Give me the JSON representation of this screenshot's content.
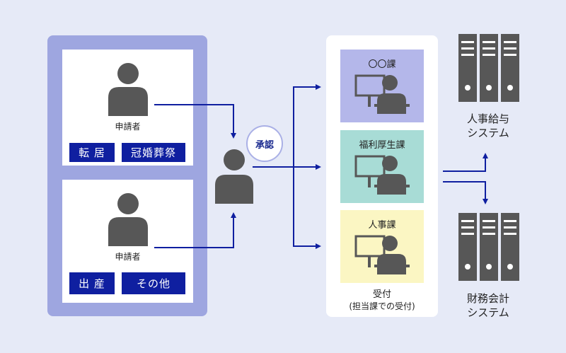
{
  "applicants": [
    {
      "label": "申請者",
      "tags": [
        "転 居",
        "冠婚葬祭"
      ]
    },
    {
      "label": "申請者",
      "tags": [
        "出 産",
        "その他"
      ]
    }
  ],
  "approval": {
    "label": "承認"
  },
  "departments": [
    {
      "name": "〇〇課",
      "color": "#b4b7ea"
    },
    {
      "name": "福利厚生課",
      "color": "#a8dcd6"
    },
    {
      "name": "人事課",
      "color": "#fbf6c3"
    }
  ],
  "reception": {
    "label": "受付",
    "sublabel": "(担当課での受付)"
  },
  "systems": [
    {
      "line1": "人事給与",
      "line2": "システム"
    },
    {
      "line1": "財務会計",
      "line2": "システム"
    }
  ],
  "colors": {
    "arrow": "#0f1fa0",
    "person": "#575757",
    "panel": "#9ea6e0",
    "tag": "#0f1fa0"
  },
  "icons": [
    "person-icon",
    "computer-user-icon",
    "server-icon"
  ]
}
